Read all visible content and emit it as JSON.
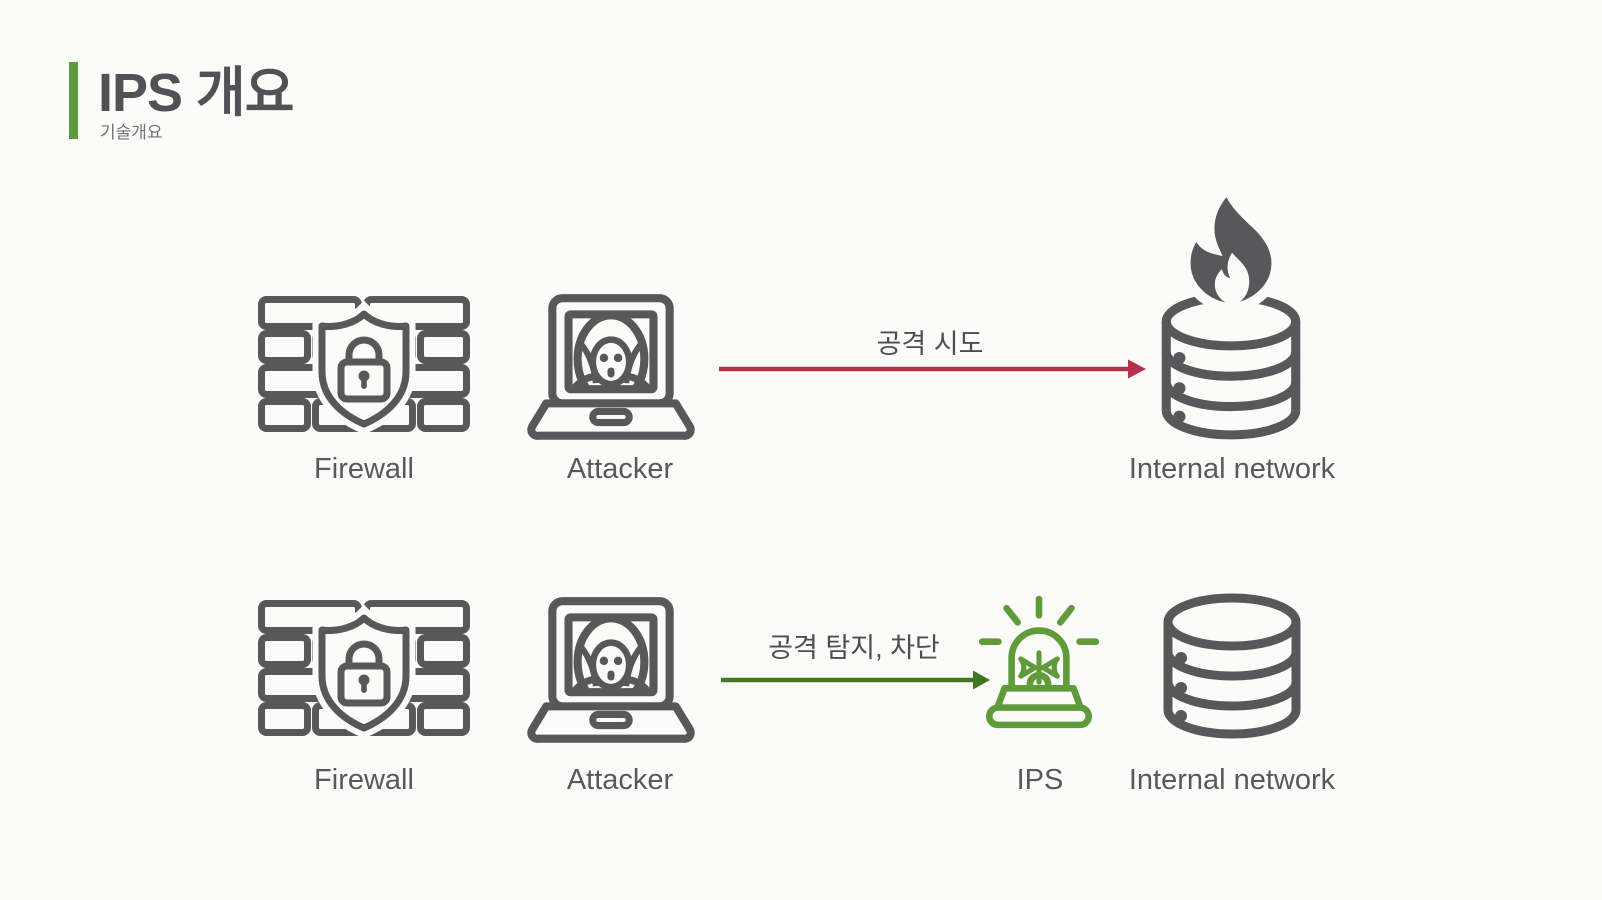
{
  "slide": {
    "title": "IPS 개요",
    "subtitle": "기술개요",
    "background": "#fbfbf9",
    "accent_color": "#5d9c3e"
  },
  "colors": {
    "icon_gray": "#58585a",
    "label_gray": "#59595b",
    "title_gray": "#515256",
    "attack_arrow_red": "#b6304a",
    "defense_arrow_green": "#41771f",
    "ips_green": "#5f9b3a"
  },
  "scenario_without_ips": {
    "firewall_label": "Firewall",
    "attacker_label": "Attacker",
    "network_label": "Internal network",
    "arrow": {
      "label": "공격 시도",
      "color": "#b6304a",
      "direction": "right"
    },
    "icons": [
      "firewall-icon",
      "attacker-icon",
      "database-on-fire-icon"
    ]
  },
  "scenario_with_ips": {
    "firewall_label": "Firewall",
    "attacker_label": "Attacker",
    "ips_label": "IPS",
    "network_label": "Internal network",
    "arrow": {
      "label": "공격 탐지, 차단",
      "color": "#41771f",
      "direction": "right"
    },
    "icons": [
      "firewall-icon",
      "attacker-icon",
      "siren-icon",
      "database-icon"
    ]
  }
}
